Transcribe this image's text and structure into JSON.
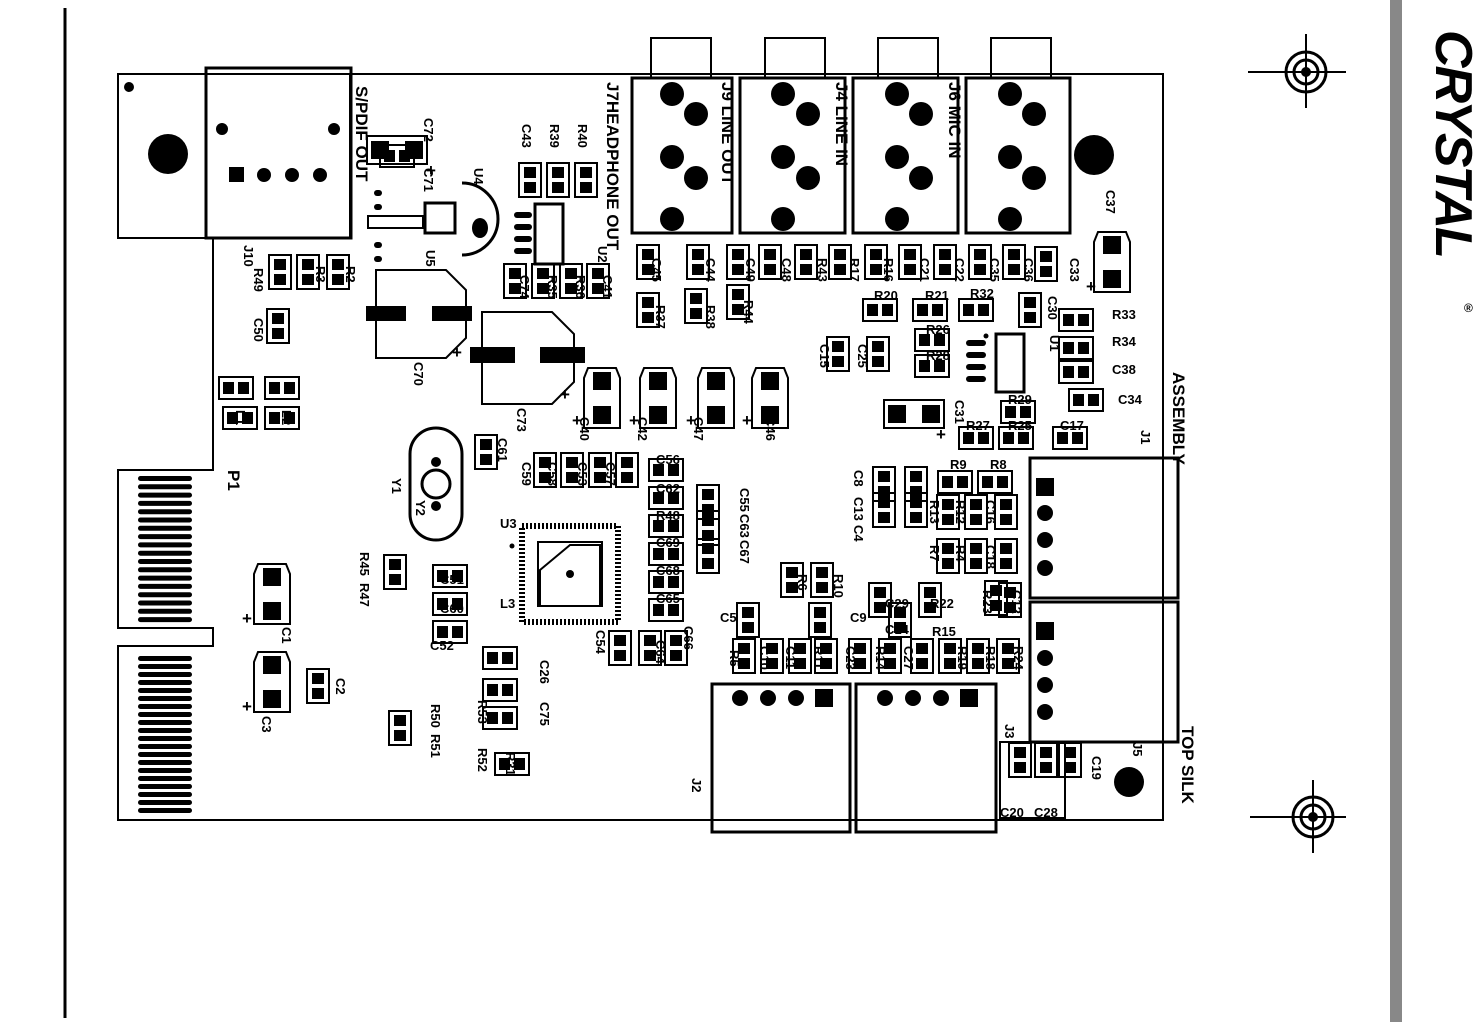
{
  "board": {
    "heading_left": "S/PDIF OUT",
    "heading_assembly": "ASSEMBLY",
    "heading_topsilk": "TOP SILK",
    "logo_text": "CRYSTAL",
    "logo_mark": "®"
  },
  "jacks": [
    {
      "ref": "J7",
      "label": "J7HEADPHONE OUT"
    },
    {
      "ref": "J9",
      "label": "J9 LINE OUT"
    },
    {
      "ref": "J4",
      "label": "J4 LINE IN"
    },
    {
      "ref": "J6",
      "label": "J6 MIC IN"
    }
  ],
  "connectors": {
    "p1": "P1",
    "j10": "J10",
    "j1": "J1",
    "j2": "J2",
    "j3": "J3",
    "j5": "J5"
  },
  "ics": {
    "u1": "U1",
    "u2": "U2",
    "u3": "U3",
    "u4": "U4",
    "u5": "U5",
    "y1": "Y1",
    "y2": "Y2",
    "l1": "L1",
    "l2": "L2",
    "l3": "L3"
  },
  "designators": {
    "c72": "C72",
    "c71": "C71",
    "c43": "C43",
    "r39": "R39",
    "r40": "R40",
    "c70": "C70",
    "c73": "C73",
    "r49": "R49",
    "r3": "R3",
    "r2": "R2",
    "c50": "C50",
    "c74": "C74",
    "r35": "R35",
    "r36": "R36",
    "c41": "C41",
    "c45": "C45",
    "c44": "C44",
    "c49": "C49",
    "c48": "C48",
    "r43": "R43",
    "r17": "R17",
    "r16": "R16",
    "c21": "C21",
    "c22": "C22",
    "c35": "C35",
    "c36": "C36",
    "c33": "C33",
    "c37": "C37",
    "r37": "R37",
    "r38": "R38",
    "r44": "R44",
    "r20": "R20",
    "r21": "R21",
    "r32": "R32",
    "c30": "C30",
    "r33": "R33",
    "r34": "R34",
    "c38": "C38",
    "c34": "C34",
    "c15": "C15",
    "c25": "C25",
    "r26": "R26",
    "r28": "R28",
    "c40": "C40",
    "c42": "C42",
    "c47": "C47",
    "c46": "C46",
    "c31": "C31",
    "r29": "R29",
    "r27": "R27",
    "r25": "R25",
    "c17": "C17",
    "c61": "C61",
    "c59": "C59",
    "c58": "C58",
    "c53": "C53",
    "c57": "C57",
    "c56": "C56",
    "c62": "C62",
    "r48": "R48",
    "c69": "C69",
    "c68": "C68",
    "c65": "C65",
    "c55": "C55",
    "c63": "C63",
    "c67": "C67",
    "r9": "R9",
    "r8": "R8",
    "c8": "C8",
    "c13": "C13",
    "c4": "C4",
    "r13": "R13",
    "r12": "R12",
    "c16": "C16",
    "r7": "R7",
    "r4": "R4",
    "c18": "C18",
    "r45": "R45",
    "r47": "R47",
    "c51": "C51",
    "c60": "C60",
    "c52": "C52",
    "r6": "R6",
    "r10": "R10",
    "c29": "C29",
    "r22": "R22",
    "r23": "R23",
    "c12": "C12",
    "c5": "C5",
    "c9": "C9",
    "c14": "C14",
    "r15": "R15",
    "c54": "C54",
    "c64": "C64",
    "c66": "C66",
    "r5": "R5",
    "c10": "C10",
    "c11": "C11",
    "r11": "R11",
    "c23": "C23",
    "r14": "R14",
    "c27": "C27",
    "r19": "R19",
    "r18": "R18",
    "r24": "R24",
    "c1": "C1",
    "c2": "C2",
    "c3": "C3",
    "c26": "C26",
    "r53": "R53",
    "c75": "C75",
    "r50": "R50",
    "r51": "R51",
    "r52": "R52",
    "r31": "R31",
    "c19": "C19",
    "c20": "C20",
    "c28": "C28"
  },
  "symbols": {
    "plus": "+"
  }
}
